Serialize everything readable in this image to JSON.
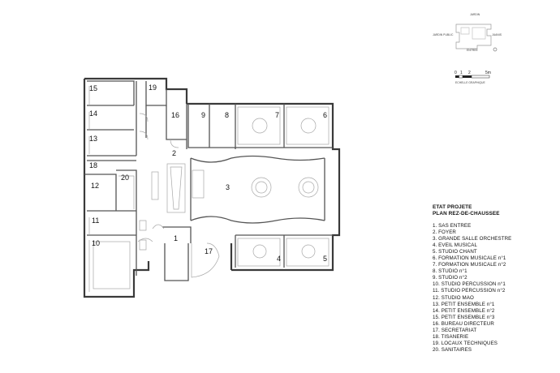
{
  "title": {
    "line1": "ETAT PROJETE",
    "line2": "PLAN REZ-DE-CHAUSSEE"
  },
  "legend": [
    "1. SAS ENTREE",
    "2. FOYER",
    "3. GRANDE SALLE ORCHESTRE",
    "4. EVEIL MUSICAL",
    "5. STUDIO CHANT",
    "6. FORMATION MUSICALE n°1",
    "7. FORMATION MUSICALE n°2",
    "8. STUDIO n°1",
    "9. STUDIO n°2",
    "10. STUDIO PERCUSSION n°1",
    "11. STUDIO PERCUSSION n°2",
    "12. STUDIO MAO",
    "13. PETIT ENSEMBLE n°1",
    "14. PETIT ENSEMBLE n°2",
    "15. PETIT ENSEMBLE n°3",
    "16. BUREAU DIRECTEUR",
    "17. SECRETARIAT",
    "18. TISANERIE",
    "19. LOCAUX TECHNIQUES",
    "20. SANITAIRES"
  ],
  "rooms": {
    "r1": "1",
    "r2": "2",
    "r3": "3",
    "r4": "4",
    "r5": "5",
    "r6": "6",
    "r7": "7",
    "r8": "8",
    "r9": "9",
    "r10": "10",
    "r11": "11",
    "r12": "12",
    "r13": "13",
    "r14": "14",
    "r15": "15",
    "r16": "16",
    "r17": "17",
    "r18": "18",
    "r19": "19",
    "r20": "20"
  },
  "keyplan": {
    "north": "JARDIN",
    "west": "JARDIN PUBLIC",
    "east": "JUANIS",
    "south": "ENTREE"
  },
  "scale": {
    "ticks": [
      "0",
      "1",
      "2",
      "5m"
    ],
    "caption": "ECHELLE GRAPHIQUE"
  },
  "colors": {
    "wall": "#3a3a3a",
    "line": "#6a6a6a",
    "faint": "#a8a8a8"
  }
}
